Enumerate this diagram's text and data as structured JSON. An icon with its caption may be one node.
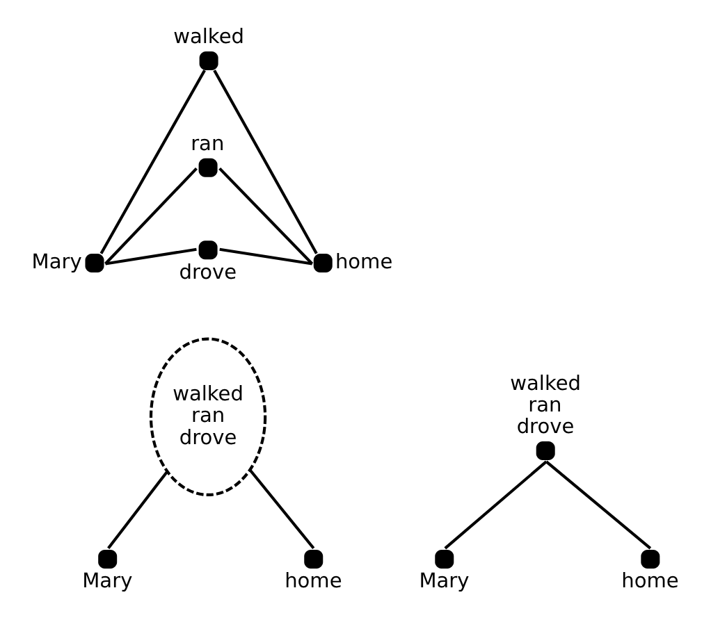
{
  "diagram": {
    "nodes": [
      {
        "text": [],
        "shape": "circle",
        "beside": [
          "walked"
        ]
      },
      {
        "text": [],
        "shape": "circle",
        "beside": [
          "ran"
        ]
      },
      {
        "text": [],
        "shape": "circle",
        "beside": [
          "drove"
        ]
      },
      {
        "text": [],
        "shape": "circle",
        "beside": [
          "Mary"
        ]
      },
      {
        "text": [],
        "shape": "circle",
        "beside": [
          "home"
        ]
      },
      {
        "text": [
          "walked",
          "ran",
          "drove"
        ]
      },
      {
        "text": [],
        "shape": "circle",
        "beside": [
          "Mary"
        ]
      },
      {
        "text": [],
        "shape": "circle",
        "beside": [
          "home"
        ]
      },
      {
        "text": [],
        "shape": "circle",
        "beside": [
          "walked",
          "ran",
          "drove"
        ]
      },
      {
        "text": [],
        "shape": "circle",
        "beside": [
          "Mary"
        ]
      },
      {
        "text": [],
        "shape": "circle",
        "beside": [
          "home"
        ]
      }
    ],
    "edges": [
      {
        "from": 3,
        "to": 0,
        "arrow": "none"
      },
      {
        "from": 0,
        "to": 4,
        "arrow": "none"
      },
      {
        "from": 3,
        "to": 1,
        "arrow": "none"
      },
      {
        "from": 1,
        "to": 4,
        "arrow": "none"
      },
      {
        "from": 3,
        "to": 2,
        "arrow": "none"
      },
      {
        "from": 2,
        "to": 4,
        "arrow": "none"
      },
      {
        "from": 6,
        "to": 5,
        "arrow": "none"
      },
      {
        "from": 5,
        "to": 7,
        "arrow": "none"
      },
      {
        "from": 9,
        "to": 8,
        "arrow": "none"
      },
      {
        "from": 8,
        "to": 10,
        "arrow": "none"
      }
    ]
  }
}
